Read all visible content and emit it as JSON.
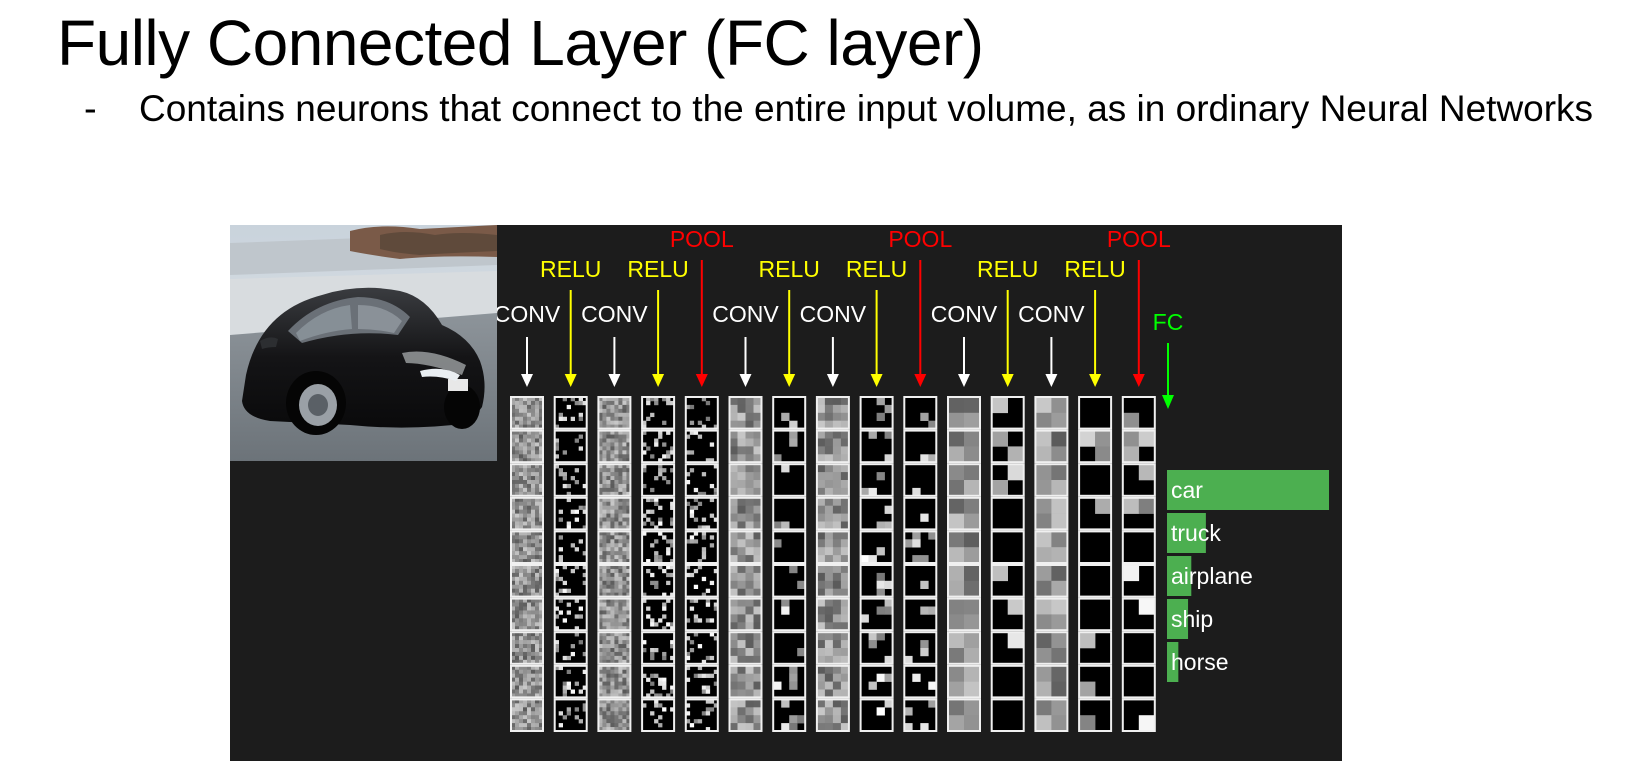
{
  "slide": {
    "title": "Fully Connected Layer (FC layer)",
    "bullet_marker": "-",
    "bullet_text": "Contains neurons that connect to the entire input volume, as in ordinary Neural Networks"
  },
  "figure": {
    "colors": {
      "background": "#1c1c1c",
      "conv": "#ffffff",
      "relu": "#ffff00",
      "pool": "#ff0000",
      "fc": "#00ff00",
      "bar": "#4caf50",
      "class_text": "#ffffff"
    },
    "layers": [
      {
        "type": "conv",
        "label": "CONV"
      },
      {
        "type": "relu",
        "label": "RELU"
      },
      {
        "type": "conv",
        "label": "CONV"
      },
      {
        "type": "relu",
        "label": "RELU"
      },
      {
        "type": "pool",
        "label": "POOL"
      },
      {
        "type": "conv",
        "label": "CONV"
      },
      {
        "type": "relu",
        "label": "RELU"
      },
      {
        "type": "conv",
        "label": "CONV"
      },
      {
        "type": "relu",
        "label": "RELU"
      },
      {
        "type": "pool",
        "label": "POOL"
      },
      {
        "type": "conv",
        "label": "CONV"
      },
      {
        "type": "relu",
        "label": "RELU"
      },
      {
        "type": "conv",
        "label": "CONV"
      },
      {
        "type": "relu",
        "label": "RELU"
      },
      {
        "type": "pool",
        "label": "POOL"
      }
    ],
    "fc": {
      "label": "FC"
    },
    "classes": [
      {
        "label": "car",
        "score": 1.0
      },
      {
        "label": "truck",
        "score": 0.24
      },
      {
        "label": "airplane",
        "score": 0.15
      },
      {
        "label": "ship",
        "score": 0.13
      },
      {
        "label": "horse",
        "score": 0.07
      }
    ],
    "input_image": "photo-of-black-hatchback-car"
  }
}
